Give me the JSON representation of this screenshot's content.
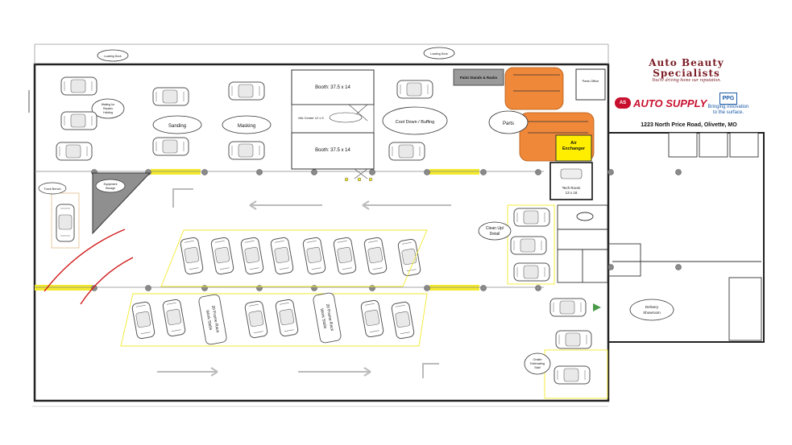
{
  "header": {
    "company": [
      "Auto Beauty",
      "Specialists"
    ],
    "tagline": "You're driving home our reputation.",
    "auto_supply": "AUTO SUPPLY",
    "auto_supply_badge": "AS",
    "ppg": "PPG",
    "ppg_tagline": [
      "Bringing innovation",
      "to the surface."
    ],
    "address": "1223 North Price Road,   Olivette, MO"
  },
  "rooms": {
    "booth1": "Booth:  37.5 x 14",
    "booth2": "Booth:  37.5 x 14",
    "mix_center": "Mix Center  12 x 9",
    "paint_stands": "Paint Stands & Racks",
    "sanding": "Sanding",
    "masking": "Masking",
    "cooldown": "Cool Down / Buffing",
    "parts": "Parts",
    "parts_office": "Parts Office",
    "air_exchanger": [
      "Air",
      "Exchanger"
    ],
    "tech_room": [
      "Tech Room",
      "13 x 18"
    ],
    "equipment_storage": [
      "Equipment",
      "Storage"
    ],
    "truck_bench": "Truck Bench",
    "cleanup": [
      "Clean Up/",
      "Detail"
    ],
    "delivery": [
      "Delivery",
      "Showroom"
    ],
    "onsite": [
      "Onsite",
      "Estimating",
      "Stall"
    ],
    "waiting": [
      "Waiting for",
      "Repairs",
      "Holding"
    ],
    "frame_rack_1": [
      "20 Frame Rack",
      "Work Stalls"
    ],
    "frame_rack_2": [
      "20 Frame Rack",
      "Work Stalls"
    ],
    "loading_dock": "Loading Dock",
    "loading_dock2": "Loading Dock"
  },
  "colors": {
    "accent_orange": "#f0883a",
    "air_yellow": "#ffee00",
    "lane_yellow": "#f3ea2e",
    "brand_maroon": "#7a1c24",
    "auto_supply_red": "#c8102e",
    "ppg_blue": "#1b5aa6",
    "swing_red": "#d11a1a",
    "gray_fill": "#8f8f8f"
  }
}
